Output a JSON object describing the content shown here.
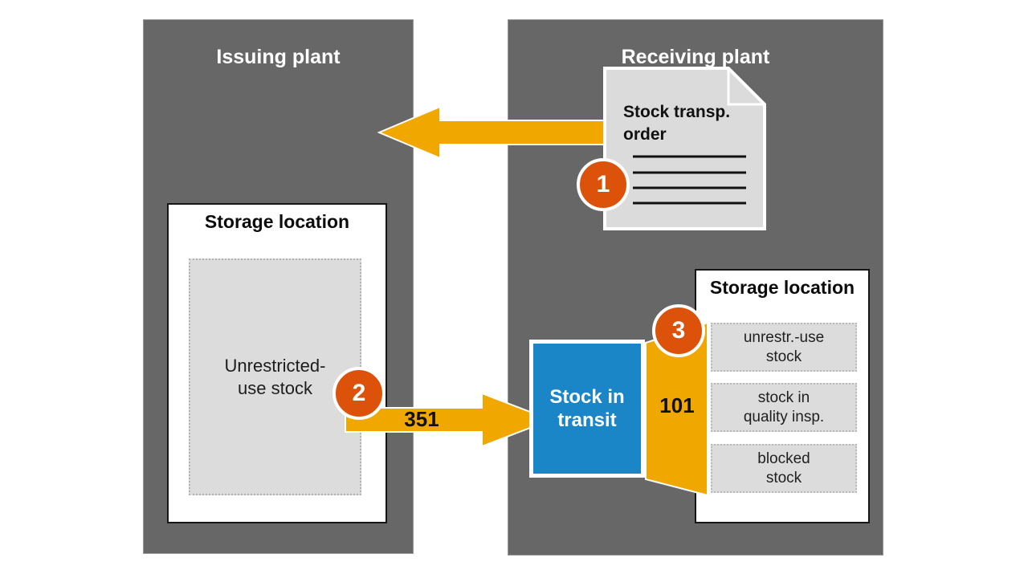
{
  "colors": {
    "panel_gray": "#676767",
    "amber": "#F0A800",
    "step_orange": "#DC520A",
    "transit_blue": "#1B86C7",
    "box_gray": "#DCDCDC",
    "document_gray": "#DBDBDB"
  },
  "issuing_plant": {
    "title": "Issuing plant",
    "storage_location": {
      "title": "Storage location",
      "unrestricted_stock": {
        "line1": "Unrestricted-",
        "line2": "use stock"
      }
    }
  },
  "receiving_plant": {
    "title": "Receiving plant",
    "document": {
      "line1": "Stock transp.",
      "line2": "order"
    },
    "stock_in_transit": {
      "line1": "Stock in",
      "line2": "transit"
    },
    "storage_location": {
      "title": "Storage location",
      "stock_types": [
        {
          "line1": "unrestr.-use",
          "line2": "stock"
        },
        {
          "line1": "stock in",
          "line2": "quality insp."
        },
        {
          "line1": "blocked",
          "line2": "stock"
        }
      ]
    }
  },
  "steps": [
    {
      "number": "1"
    },
    {
      "number": "2"
    },
    {
      "number": "3"
    }
  ],
  "movements": {
    "transfer_posting": "351",
    "goods_receipt": "101"
  }
}
